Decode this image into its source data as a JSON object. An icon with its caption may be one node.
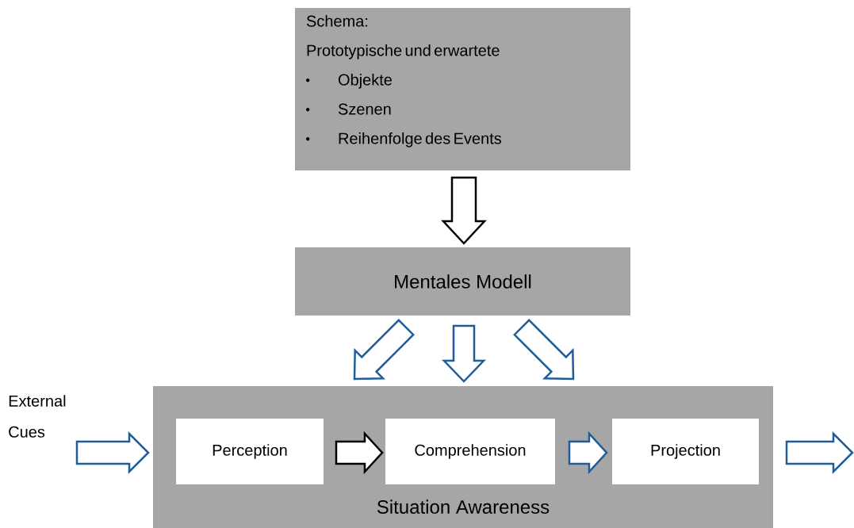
{
  "diagram": {
    "nodes": [
      {
        "text": [
          "Schema:",
          "Prototypische und erwartete",
          "Objekte",
          "Szenen",
          "Reihenfolge des Events"
        ]
      },
      {
        "text": [
          "Mentales Modell"
        ]
      },
      {
        "text": [
          "Situation Awareness"
        ]
      },
      {
        "text": [
          "Perception"
        ],
        "in": 2
      },
      {
        "text": [
          "Comprehension"
        ],
        "in": 2
      },
      {
        "text": [
          "Projection"
        ],
        "in": 2
      },
      {
        "text": [
          "External Cues"
        ]
      }
    ],
    "edges": [
      {
        "from": 0,
        "to": 1,
        "arrow": "to",
        "color": "#000000"
      },
      {
        "from": 1,
        "to": 2,
        "arrow": "to"
      },
      {
        "from": 1,
        "to": 2,
        "arrow": "to"
      },
      {
        "from": 1,
        "to": 2,
        "arrow": "to"
      },
      {
        "from": 6,
        "to": 2,
        "arrow": "to"
      },
      {
        "from": 3,
        "to": 4,
        "arrow": "to",
        "color": "#000000"
      },
      {
        "from": 4,
        "to": 5,
        "arrow": "to"
      },
      {
        "from": 2,
        "to": null,
        "arrow": "to"
      }
    ]
  }
}
